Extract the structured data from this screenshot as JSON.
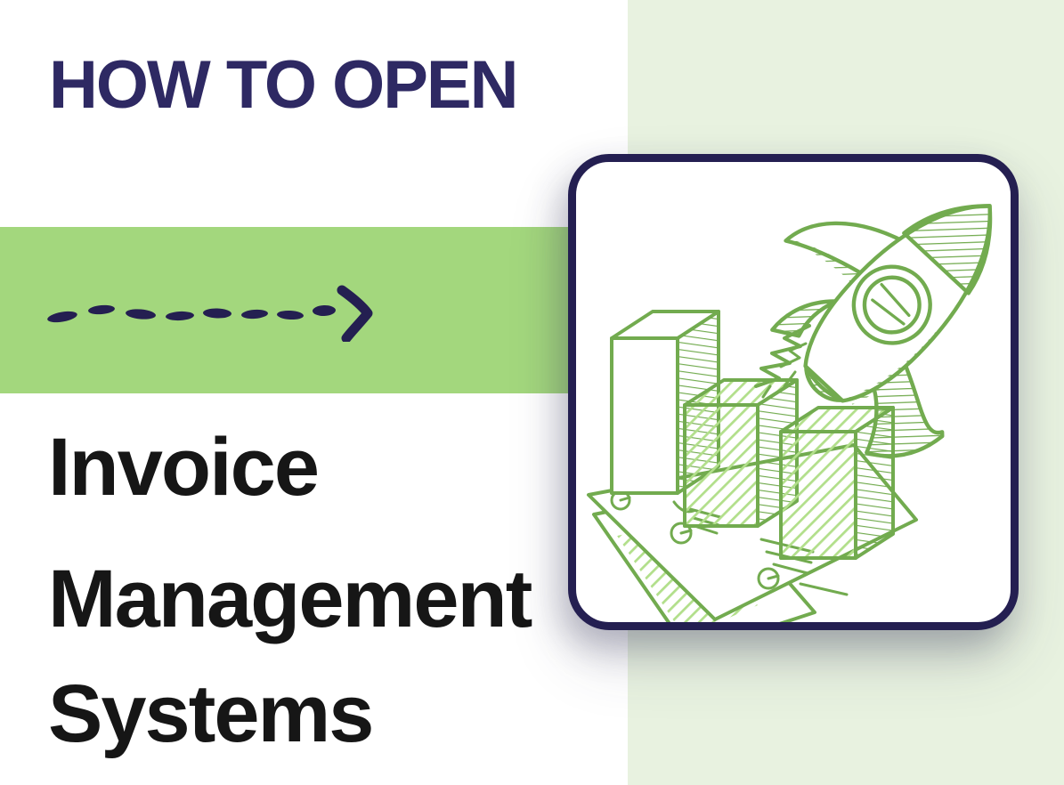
{
  "colors": {
    "page_bg": "#ffffff",
    "green_band": "#a3d77d",
    "light_band": "#e8f2e0",
    "navy": "#241f51",
    "kicker_ink": "#2e2963",
    "headline_ink": "#161616",
    "sketch": "#72ab4f",
    "sketch_light": "#b2df8b",
    "card_bg": "#ffffff"
  },
  "kicker": {
    "text": "HOW TO OPEN"
  },
  "headline": {
    "lines": [
      "Invoice",
      "Management",
      "Systems"
    ]
  },
  "decor": {
    "arrow_icon": "dashed-arrow-right-icon",
    "illustration": {
      "name": "rocket-growth-invoices-illustration",
      "elements": [
        "rocket-icon",
        "exhaust-flame-icon",
        "bar-chart-3d-icon",
        "invoice-sheets-icon"
      ]
    }
  }
}
